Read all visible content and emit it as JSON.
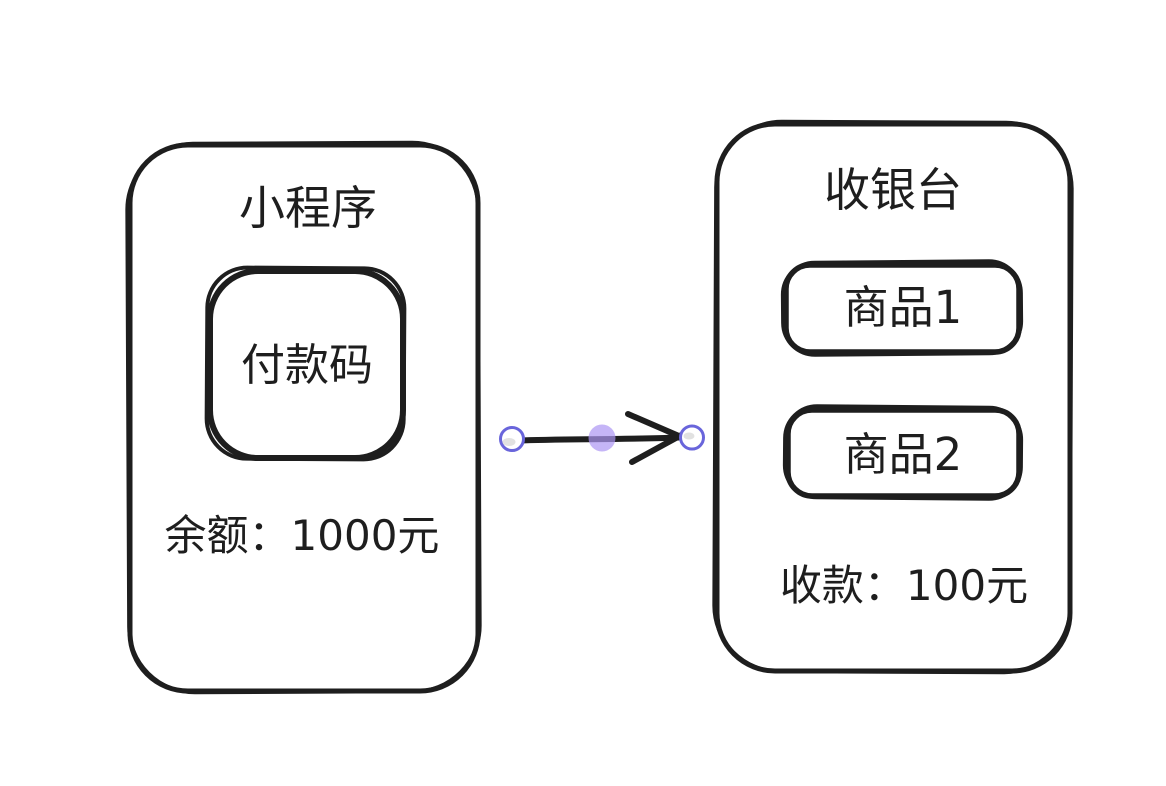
{
  "canvas": {
    "background_color": "#ffffff",
    "ink_color": "#1e1e1e",
    "selection_accent_color": "#6965db",
    "midpoint_handle_color": "rgba(172,150,243,0.7)"
  },
  "mini_program_card": {
    "title": "小程序",
    "payment_code_label": "付款码",
    "balance_text": "余额：1000元"
  },
  "cashier_card": {
    "title": "收银台",
    "products": [
      {
        "label": "商品1"
      },
      {
        "label": "商品2"
      }
    ],
    "collect_text": "收款：100元"
  },
  "arrow": {
    "direction": "left-to-right",
    "selected": true
  }
}
